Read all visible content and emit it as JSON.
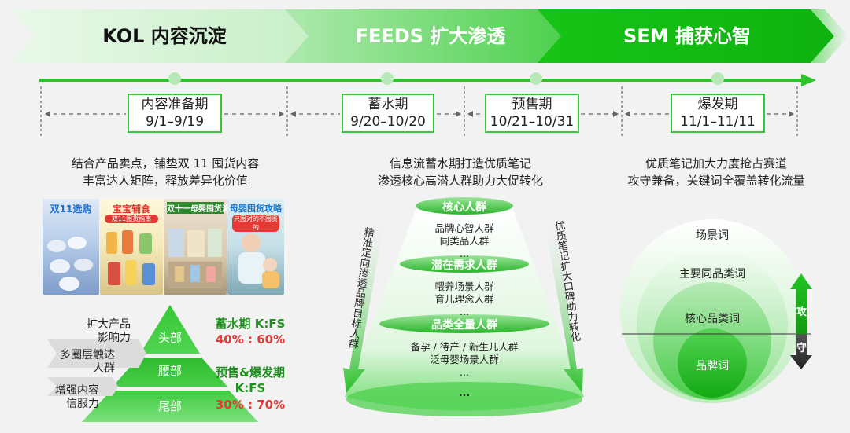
{
  "stages": [
    {
      "label": "KOL 内容沉淀"
    },
    {
      "label": "FEEDS 扩大渗透"
    },
    {
      "label": "SEM 捕获心智"
    }
  ],
  "timeline": [
    {
      "name": "内容准备期",
      "dates": "9/1–9/19"
    },
    {
      "name": "蓄水期",
      "dates": "9/20–10/20"
    },
    {
      "name": "预售期",
      "dates": "10/21–10/31"
    },
    {
      "name": "爆发期",
      "dates": "11/1–11/11"
    }
  ],
  "descriptions": {
    "kol": [
      "结合产品卖点，铺垫双 11 囤货内容",
      "丰富达人矩阵，释放差异化价值"
    ],
    "feeds": [
      "信息流蓄水期打造优质笔记",
      "渗透核心高潜人群助力大促转化"
    ],
    "sem": [
      "优质笔记加大力度抢占赛道",
      "攻守兼备，关键词全覆盖转化流量"
    ]
  },
  "thumbnails": [
    {
      "title": "双11选购",
      "sub": ""
    },
    {
      "title": "宝宝辅食",
      "sub": "双11囤货指南"
    },
    {
      "title": "双十一母婴囤货清单",
      "sub": ""
    },
    {
      "title": "母婴囤货攻略",
      "sub": "只囤对的不囤贵的"
    }
  ],
  "pyramid": {
    "left_labels": [
      [
        "扩大产品",
        "影响力"
      ],
      [
        "多圈层触达",
        "人群"
      ],
      [
        "增强内容",
        "信服力"
      ]
    ],
    "layers": [
      "头部",
      "腰部",
      "尾部"
    ],
    "ratios": [
      {
        "head": "蓄水期 K:FS",
        "value": "40% : 60%"
      },
      {
        "head": "预售&爆发期",
        "head2": "K:FS",
        "value": "30% : 70%"
      }
    ]
  },
  "funnel": {
    "tiers": [
      {
        "label": "核心人群",
        "items": [
          "品牌心智人群",
          "同类品人群",
          "..."
        ]
      },
      {
        "label": "潜在需求人群",
        "items": [
          "喂养场景人群",
          "育儿理念人群",
          "..."
        ]
      },
      {
        "label": "品类全量人群",
        "items": [
          "备孕 / 待产 / 新生儿人群",
          "泛母婴场景人群",
          "..."
        ]
      }
    ],
    "bottom": "...",
    "left_side": "精准定向渗透品牌目标人群",
    "right_side": "优质笔记扩大口碑助力转化"
  },
  "keywords": {
    "rings": [
      "场景词",
      "主要同品类词",
      "核心品类词",
      "品牌词"
    ],
    "attack": "攻",
    "defend": "守"
  },
  "colors": {
    "accent": "#2bc52b",
    "dark_green": "#1f9a1f",
    "light_green": "#c9efc9",
    "red": "#e53935",
    "background": "#f2f2f2"
  }
}
